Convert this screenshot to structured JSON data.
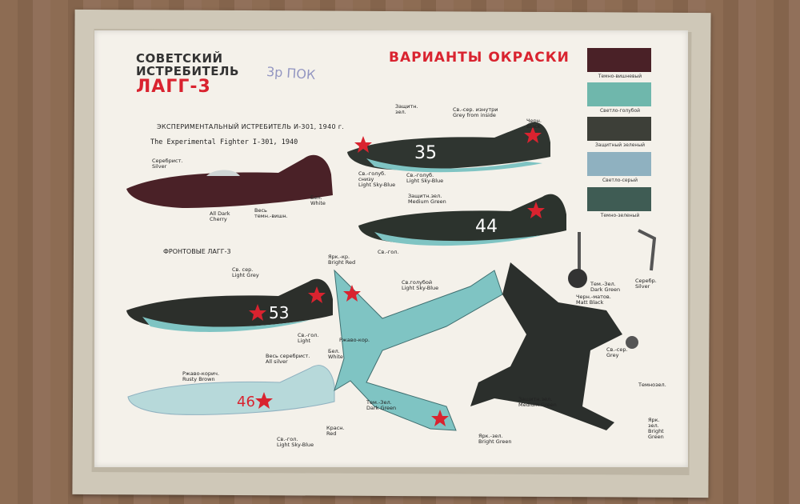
{
  "header": {
    "line1": "СОВЕТСКИЙ",
    "line2": "ИСТРЕБИТЕЛЬ",
    "model": "ЛАГГ-3",
    "stamp": "3р ПОК"
  },
  "heading": "ВАРИАНТЫ ОКРАСКИ",
  "section_experimental": {
    "ru": "ЭКСПЕРИМЕНТАЛЬНЫЙ ИСТРЕБИТЕЛЬ И-301, 1940 г.",
    "en": "The Experimental Fighter I-301, 1940"
  },
  "section_front": "ФРОНТОВЫЕ ЛАГГ-3",
  "colors": {
    "dark_cherry": "#4a2127",
    "light_blue": "#6fb7ac",
    "protective_green": "#3d3f38",
    "light_grey": "#8fb1c0",
    "dark_green": "#3f5c54",
    "sky_blue": "#7fc4c3",
    "red": "#d9232f"
  },
  "swatches": [
    {
      "label": "Темно-вишневый",
      "color": "#4a2127"
    },
    {
      "label": "Светло-голубой",
      "color": "#6fb7ac"
    },
    {
      "label": "Защитный зеленый",
      "color": "#3d3f38"
    },
    {
      "label": "Светло-серый",
      "color": "#8fb1c0"
    },
    {
      "label": "Темно-зеленый",
      "color": "#3f5c54"
    }
  ],
  "tail_numbers": {
    "p35": "35",
    "p44": "44",
    "p53": "53",
    "p46": "46"
  },
  "labels": {
    "silver": "Серебрист.\nSilver",
    "all_dark_cherry": "All Dark\nCherry",
    "ves_temn": "Весь\nтемн.-вишн.",
    "bel_white": "Бел.\nWhite",
    "zashch": "Защитн.\nзел.",
    "sv_ser_inside": "Св.-сер. изнутри\nGrey from inside",
    "cherny_black": "Черн.\nBlack",
    "sv_goluboy_snizu": "Св.-голуб.\nснизу\nLight Sky-Blue",
    "sv_golub": "Св.-голуб.\nLight Sky-Blue",
    "medium_green": "Защитн.зел.\nMedium Green",
    "sv_gol": "Св.-гол.",
    "bright_red": "Ярк.-кр.\nBright Red",
    "sv_golubo_sky": "Св.голубой\nLight Sky-Blue",
    "light_grey": "Св. сер.\nLight Grey",
    "rusty_brown": "Ржаво-корич.\nRusty Brown",
    "all_silver": "Весь серебрист.\nAll silver",
    "bel_white2": "Бел.\nWhite",
    "ves_gol": "Св.-гол.\nLight Sky-Blue",
    "krasn_red": "Красн.\nRed",
    "light": "Св.-гол.\nLight",
    "rzhavo": "Ржаво-кор.",
    "dark_green": "Тем.-Зел.\nDark Green",
    "bright_green": "Ярк.-зел.\nBright Green",
    "medium_green2": "Защитн.зел.\nMedium Green",
    "grey": "Св.-сер.\nGrey",
    "dark_green2": "Тем.-Зел.\nDark Green",
    "silver2": "Серебр.\nSilver",
    "matt_black": "Черн.-матов.\nMatt Black",
    "bright_green2": "Ярк.\nзел.\nBright\nGreen",
    "temnozel": "Темнозел."
  }
}
